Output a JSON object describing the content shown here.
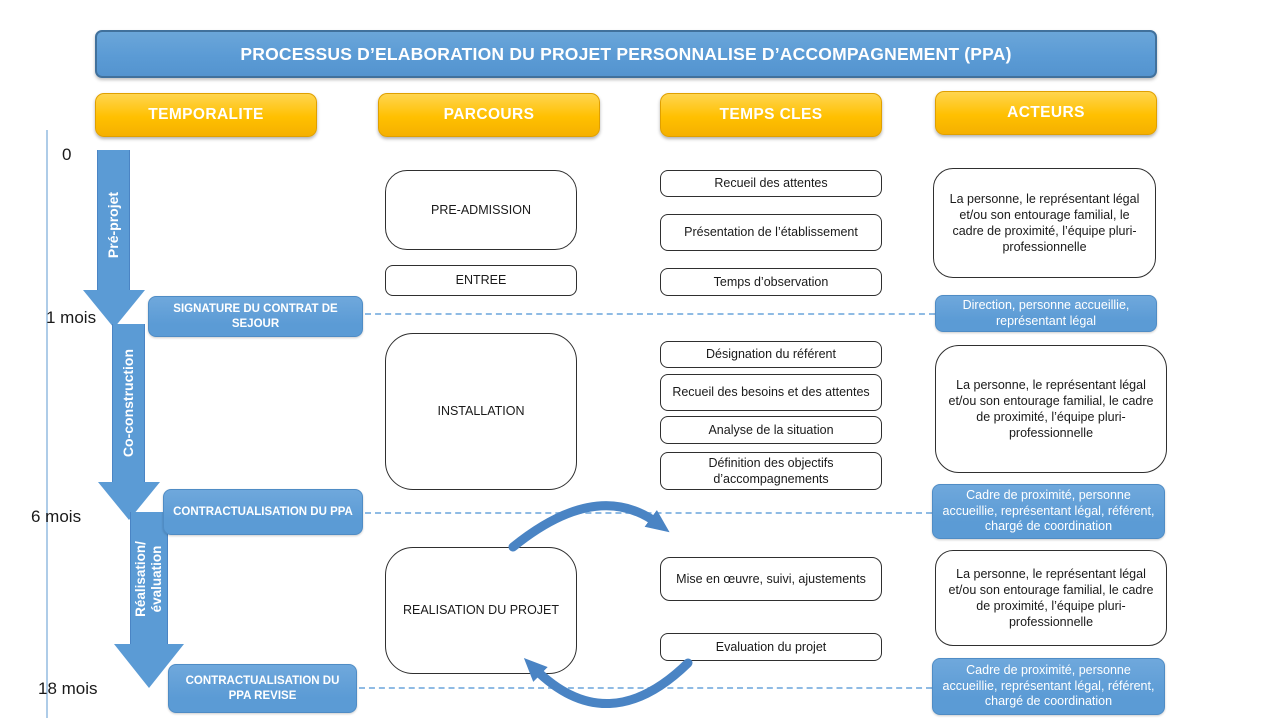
{
  "title": "PROCESSUS D’ELABORATION DU PROJET PERSONNALISE D’ACCOMPAGNEMENT (PPA)",
  "columns": {
    "temporalite": "TEMPORALITE",
    "parcours": "PARCOURS",
    "temps_cles": "TEMPS CLES",
    "acteurs": "ACTEURS"
  },
  "timeline": {
    "markers": [
      "0",
      "1 mois",
      "6 mois",
      "18 mois"
    ],
    "phases": [
      {
        "line1": "Pré-projet",
        "line2": ""
      },
      {
        "line1": "Co-construction",
        "line2": ""
      },
      {
        "line1": "Réalisation/",
        "line2": "évaluation"
      }
    ],
    "milestones": [
      "SIGNATURE DU CONTRAT DE SEJOUR",
      "CONTRACTUALISATION DU PPA",
      "CONTRACTUALISATION DU PPA REVISE"
    ]
  },
  "parcours_steps": [
    "PRE-ADMISSION",
    "ENTREE",
    "INSTALLATION",
    "REALISATION DU PROJET"
  ],
  "temps_cles_items": [
    "Recueil des attentes",
    "Présentation de l’établissement",
    "Temps d’observation",
    "Désignation du référent",
    "Recueil des besoins et des attentes",
    "Analyse de la situation",
    "Définition des objectifs d’accompagnements",
    "Mise en œuvre, suivi, ajustements",
    "Evaluation du projet"
  ],
  "acteurs": {
    "white_boxes": [
      "La personne, le représentant légal et/ou son entourage familial, le cadre de proximité, l’équipe pluri-professionnelle",
      "La personne, le représentant légal et/ou son entourage familial, le cadre de proximité, l’équipe pluri-professionnelle",
      "La personne, le représentant légal et/ou son entourage familial, le cadre de proximité, l’équipe pluri-professionnelle"
    ],
    "blue_boxes": [
      "Direction, personne accueillie, représentant légal",
      "Cadre de proximité, personne accueillie, représentant légal, référent, chargé de coordination",
      "Cadre de proximité, personne accueillie, représentant légal, référent, chargé de coordination"
    ]
  },
  "colors": {
    "primary_blue": "#5B9BD5",
    "header_orange": "#FFC000",
    "arc_blue": "#4A84C4",
    "dashed_line": "#8FBBE4"
  }
}
